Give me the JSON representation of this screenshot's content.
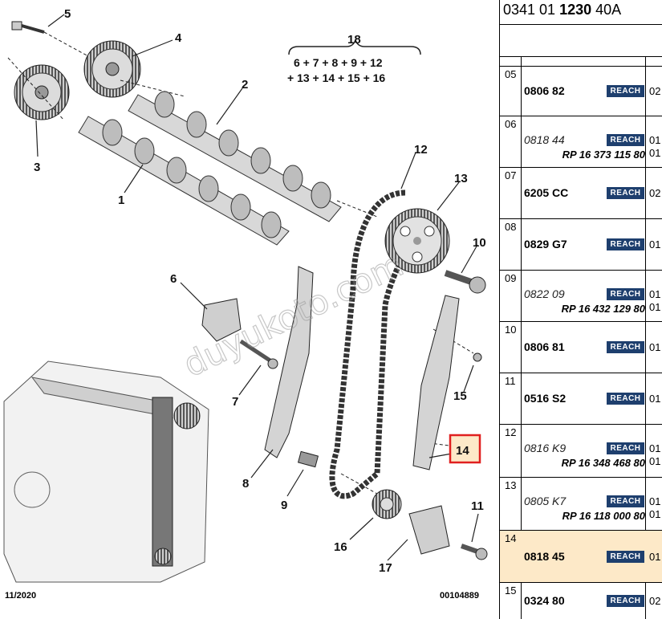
{
  "diagram": {
    "callouts": [
      {
        "id": "c5",
        "text": "5"
      },
      {
        "id": "c4",
        "text": "4"
      },
      {
        "id": "c3",
        "text": "3"
      },
      {
        "id": "c1",
        "text": "1"
      },
      {
        "id": "c2",
        "text": "2"
      },
      {
        "id": "c18",
        "text": "18"
      },
      {
        "id": "c12",
        "text": "12"
      },
      {
        "id": "c13",
        "text": "13"
      },
      {
        "id": "c10",
        "text": "10"
      },
      {
        "id": "c6",
        "text": "6"
      },
      {
        "id": "c7",
        "text": "7"
      },
      {
        "id": "c15",
        "text": "15"
      },
      {
        "id": "c14",
        "text": "14"
      },
      {
        "id": "c8",
        "text": "8"
      },
      {
        "id": "c9",
        "text": "9"
      },
      {
        "id": "c11",
        "text": "11"
      },
      {
        "id": "c16",
        "text": "16"
      },
      {
        "id": "c17",
        "text": "17"
      }
    ],
    "formula_line1": "6 + 7 + 8 + 9 + 12",
    "formula_line2": "+ 13 + 14 + 15 + 16",
    "watermark": "duyukoto.com",
    "date": "11/2020",
    "diagram_code": "00104889",
    "highlight_color": "#e02020",
    "highlight_fill": "#fde9c8"
  },
  "panel": {
    "ref_prefix": "0341 01 ",
    "ref_bold": "1230",
    "ref_suffix": " 40A",
    "reach_label": "REACH",
    "rows": [
      {
        "num": "05",
        "code": "0806 82",
        "style": "bold",
        "qty": [
          "02"
        ],
        "rp": ""
      },
      {
        "num": "06",
        "code": "0818 44",
        "style": "italic",
        "qty": [
          "01",
          "01"
        ],
        "rp": "RP 16 373 115 80"
      },
      {
        "num": "07",
        "code": "6205 CC",
        "style": "bold",
        "qty": [
          "02"
        ],
        "rp": ""
      },
      {
        "num": "08",
        "code": "0829 G7",
        "style": "bold",
        "qty": [
          "01"
        ],
        "rp": ""
      },
      {
        "num": "09",
        "code": "0822 09",
        "style": "italic",
        "qty": [
          "01",
          "01"
        ],
        "rp": "RP 16 432 129 80"
      },
      {
        "num": "10",
        "code": "0806 81",
        "style": "bold",
        "qty": [
          "01"
        ],
        "rp": ""
      },
      {
        "num": "11",
        "code": "0516 S2",
        "style": "bold",
        "qty": [
          "01"
        ],
        "rp": ""
      },
      {
        "num": "12",
        "code": "0816 K9",
        "style": "italic",
        "qty": [
          "01",
          "01"
        ],
        "rp": "RP 16 348 468 80"
      },
      {
        "num": "13",
        "code": "0805 K7",
        "style": "italic",
        "qty": [
          "01",
          "01"
        ],
        "rp": "RP 16 118 000 80"
      },
      {
        "num": "14",
        "code": "0818 45",
        "style": "bold",
        "qty": [
          "01"
        ],
        "rp": "",
        "highlight": true
      },
      {
        "num": "15",
        "code": "0324 80",
        "style": "bold",
        "qty": [
          "02"
        ],
        "rp": ""
      }
    ]
  }
}
